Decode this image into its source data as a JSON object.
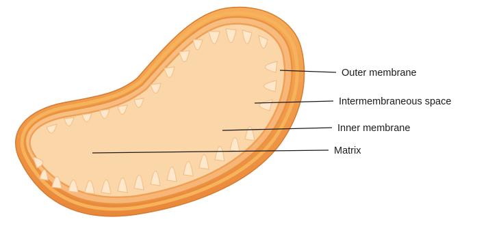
{
  "labels": {
    "outer_membrane": "Outer membrane",
    "intermembraneous_space": "Intermembraneous space",
    "inner_membrane": "Inner membrane",
    "matrix": "Matrix"
  },
  "colors": {
    "outer_dark": "#e7883a",
    "outer_mid": "#f29a4a",
    "outer_rim": "#f7b25c",
    "inner_line": "#e9923f",
    "space": "#f8c087",
    "matrix": "#fbd6a8",
    "cristae": "#fde8cc",
    "leader": "#1a1a1a"
  }
}
